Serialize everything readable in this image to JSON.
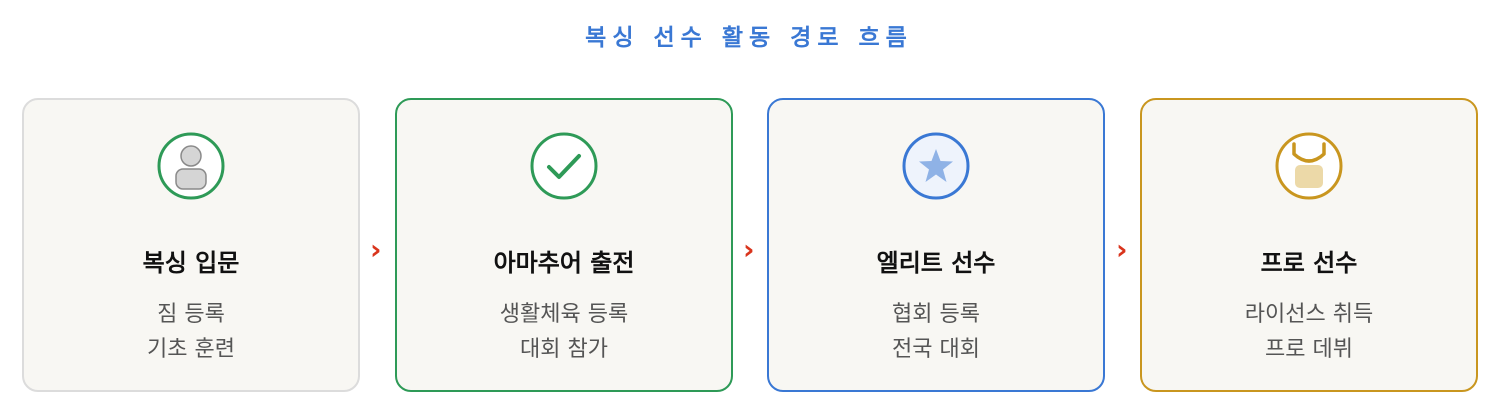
{
  "title": "복싱 선수 활동 경로 흐름",
  "stages": [
    {
      "name": "복싱 입문",
      "line1": "짐 등록",
      "line2": "기초 훈련",
      "color": "#2e9a57",
      "icon": "person-icon"
    },
    {
      "name": "아마추어 출전",
      "line1": "생활체육 등록",
      "line2": "대회 참가",
      "color": "#2e9a57",
      "icon": "check-icon"
    },
    {
      "name": "엘리트 선수",
      "line1": "협회 등록",
      "line2": "전국 대회",
      "color": "#3a78d4",
      "icon": "star-icon"
    },
    {
      "name": "프로 선수",
      "line1": "라이선스 취득",
      "line2": "프로 데뷔",
      "color": "#c9961f",
      "icon": "medal-icon"
    }
  ],
  "arrow_glyph": "›",
  "card_borders": [
    "#dcdcdc",
    "#2e9a57",
    "#3a78d4",
    "#c9961f"
  ]
}
